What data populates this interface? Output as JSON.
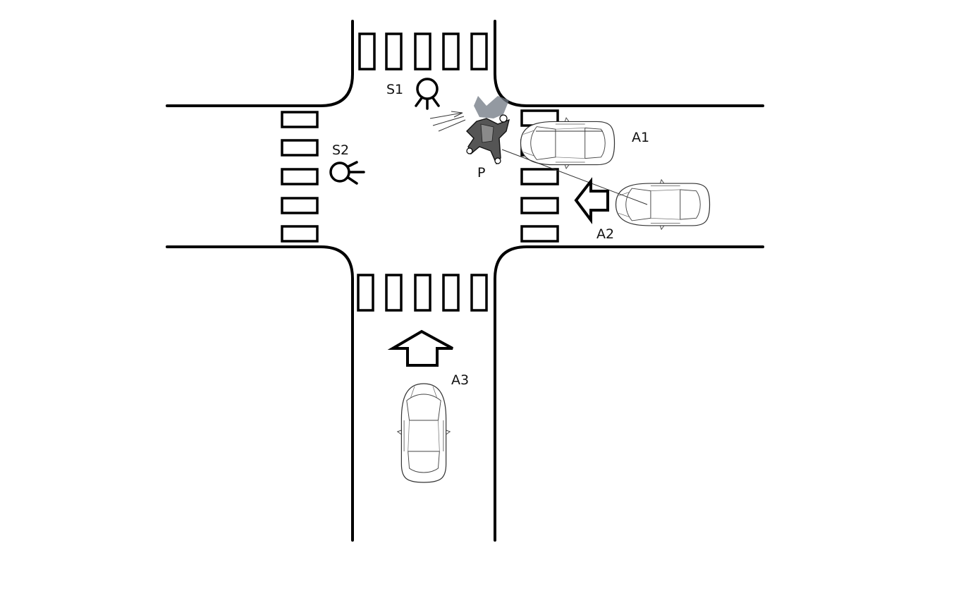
{
  "labels": {
    "s1": "S1",
    "s2": "S2",
    "a1": "A1",
    "a2": "A2",
    "a3": "A3",
    "p": "P"
  },
  "icons": {
    "signal": "traffic-light-icon",
    "car": "car-icon",
    "pedestrian": "pedestrian-icon",
    "arrow": "direction-arrow-icon"
  },
  "colors": {
    "line": "#000000",
    "background": "#ffffff",
    "pedestrian_shadow": "#6f7782"
  }
}
